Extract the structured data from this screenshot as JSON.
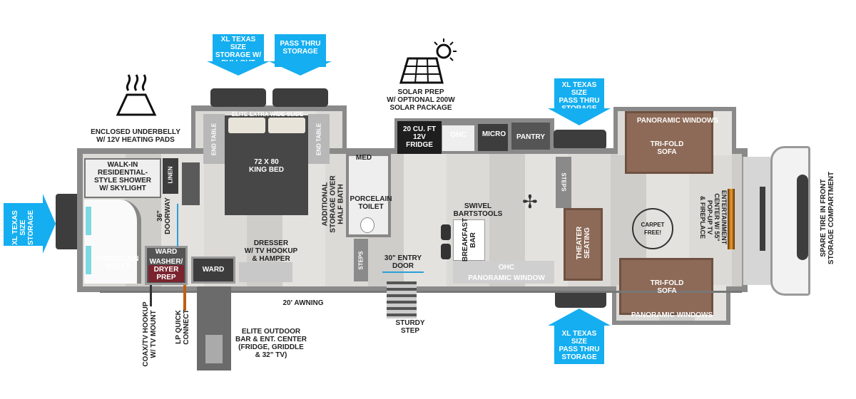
{
  "callouts": {
    "rear_storage": "XL TEXAS SIZE\nSTORAGE",
    "bedroom_storage_left": "XL TEXAS SIZE\nSTORAGE W/\nPULLOUT TRAY",
    "bedroom_storage_right": "PASS THRU\nSTORAGE",
    "front_storage_top": "XL TEXAS SIZE\nPASS THRU\nSTORAGE",
    "front_storage_bottom": "XL TEXAS SIZE\nPASS THRU\nSTORAGE"
  },
  "labels": {
    "underbelly": "ENCLOSED UNDERBELLY\nW/ 12V HEATING PADS",
    "solar": "SOLAR PREP\nW/ OPTIONAL 200W\nSOLAR PACKAGE",
    "slide": "ELITE EXTRA WIDE SLIDE",
    "end_table": "END TABLE",
    "bed": "72 X 80\nKING BED",
    "shower": "WALK-IN\nRESIDENTIAL-\nSTYLE SHOWER\nW/ SKYLIGHT",
    "linen": "LINEN",
    "doorway": "36\"\nDOORWAY",
    "porcelain_toilet_rear": "PORCELAIN\nTOILET",
    "ward": "WARD",
    "washer": "WASHER/\nDRYER\nPREP",
    "dresser": "DRESSER\nW/ TV HOOKUP\n& HAMPER",
    "additional_storage": "ADDITIONAL\nSTORAGE OVER\nHALF BATH",
    "med": "MED",
    "porcelain_toilet_half": "PORCELAIN\nTOILET",
    "steps": "STEPS",
    "entry_door": "30\" ENTRY\nDOOR",
    "fridge": "20 CU. FT\n12V\nFRIDGE",
    "ohc": "OHC",
    "micro": "MICRO",
    "pantry": "PANTRY",
    "bartstools": "SWIVEL\nBARTSTOOLS",
    "breakfast_bar": "BREAKFAST\nBAR",
    "panoramic_window": "PANORAMIC WINDOW",
    "theater": "THEATER\nSEATING",
    "panoramic_windows": "PANORAMIC WINDOWS",
    "sofa": "TRI-FOLD\nSOFA",
    "entertainment": "ENTERTAINMENT\nCENTER W/ 55\"\nPOP-UP TV\n& FIREPLACE",
    "carpet_free": "CARPET FREE!",
    "spare_tire": "SPARE TIRE IN FRONT\nSTORAGE COMPARTMENT",
    "awning": "20' AWNING",
    "sturdy_step": "STURDY\nSTEP",
    "outdoor_bar": "ELITE OUTDOOR\nBAR & ENT. CENTER\n(FRIDGE, GRIDDLE\n& 32\" TV)",
    "coax": "COAX/TV HOOKUP\nW/ TV MOUNT",
    "lp": "LP QUICK\nCONNECT"
  },
  "colors": {
    "callout": "#15aef0",
    "sofa": "#8d6a57",
    "wall": "#8a8a8a"
  }
}
